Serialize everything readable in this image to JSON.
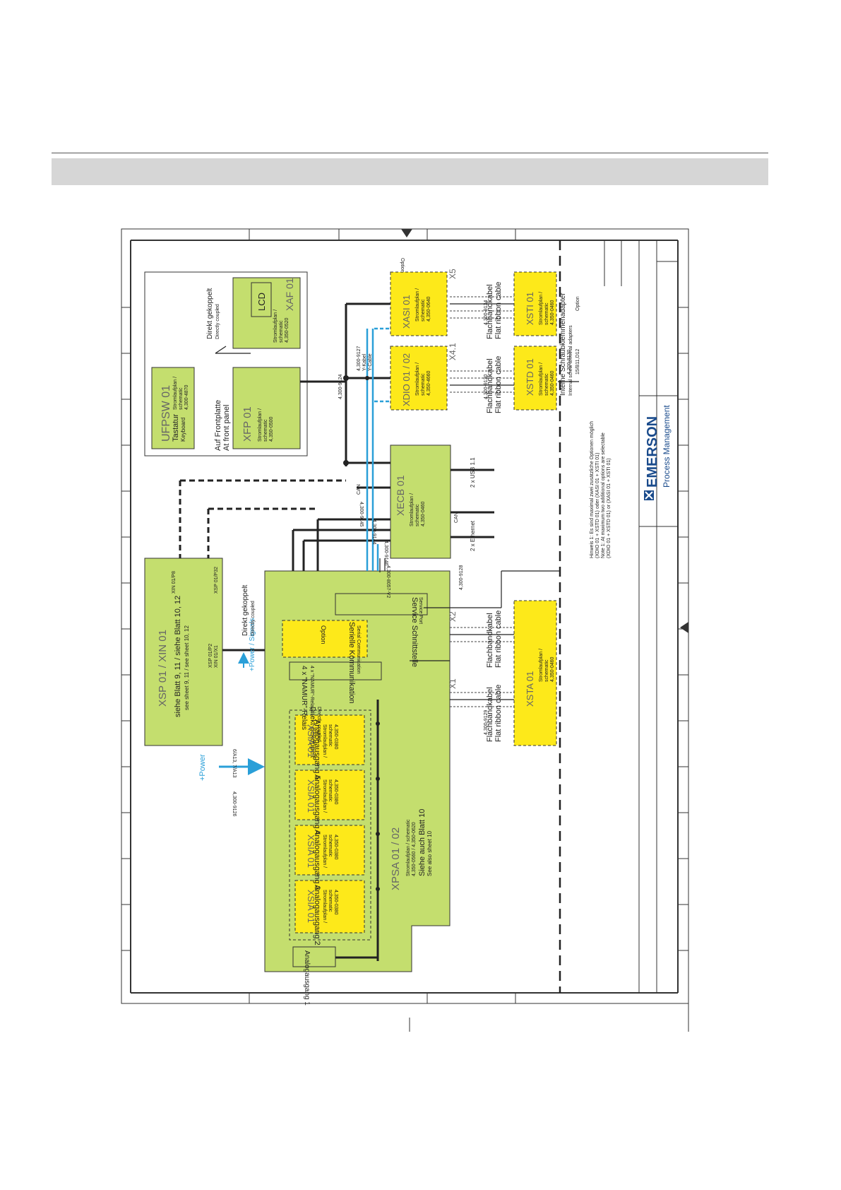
{
  "labels": {
    "ufpsw_title": "UFPSW 01",
    "ufpsw_t1": "Tastatur",
    "ufpsw_t2": "Keyboard",
    "ufpsw_s1": "Stromlaufplan /",
    "ufpsw_s2": "schematic",
    "ufpsw_s3": "4,300-4870",
    "xfp_title": "XFP 01",
    "xfp_s1": "Stromlaufplan /",
    "xfp_s2": "schematic",
    "xfp_s3": "4,350-0500",
    "front1": "Auf Frontplatte",
    "front2": "At front panel",
    "lcd": "LCD",
    "xaf_title": "XAF 01",
    "xaf_s1": "Stromlaufplan /",
    "xaf_s2": "schematic",
    "xaf_s3": "4,350-0520",
    "direkt_a1": "Direkt gekoppelt",
    "direkt_a2": "Directly coupled",
    "xsp_title": "XSP 01 / XIN 01",
    "xsp_s1": "siehe Blatt 9, 11 / siehe Blatt 10, 12",
    "xsp_s2": "see sheet 9, 11 / see sheet 10, 12",
    "xsp_p8": "XIN 01/P8",
    "xsp_p32": "XSP 01/P32",
    "xsp_p2": "XSP 01/P2",
    "xsp_x1": "XIN 01/X1",
    "xecb_title": "XECB 01",
    "xecb_s1": "Stromlaufplan /",
    "xecb_s2": "schematic",
    "xecb_s3": "4,350-0460",
    "can": "CAN",
    "usb": "2 x USB 1.1",
    "ethernet": "2 x Ethernet",
    "xdio_title": "XDIO 01 / 02",
    "xdio_s1": "Stromlaufplan /",
    "xdio_s2": "schematic",
    "xdio_s3": "4,350-4660",
    "xasi_title": "XASI 01",
    "xasi_s1": "Stromlaufplan /",
    "xasi_s2": "schematic",
    "xasi_s3": "4,350-0640",
    "option": "Option",
    "xstd_title": "XSTD 01",
    "xsti_title": "XSTI 01",
    "xsta_title": "XSTA 01",
    "st_s1": "Stromlaufplan /",
    "st_s2": "schematic",
    "st_s3": "4,350-0460",
    "flat1": "Flachbandkabel",
    "flat2": "Flat ribbon cable",
    "x1": "X1",
    "x2": "X2",
    "x4": "X4.1",
    "x5": "X5",
    "xpsa_title": "XPSA 01 / 02",
    "xpsa_s1": "Stromlaufplan / schematic",
    "xpsa_s2": "4,350-0560 / 4,350-0620",
    "xpsa_s3": "Siehe auch Blatt 10",
    "xpsa_s4": "See also sheet 10",
    "xsia_title": "XSIA 01",
    "ao2": "Analogausgang 2",
    "ao3": "Analogausgang 3",
    "ao4": "Analogausgang 4",
    "ao5": "Analogausgang 5",
    "ao1": "Analogausgang 1",
    "ao_s1": "Stromlaufplan /",
    "ao_s2": "schematic",
    "ao_s3": "4,350-0380",
    "namur1": "4 x \"NAMUR\"-Relais",
    "namur2": "4 x \"NAMUR\"-Relays",
    "serial1": "Serielle Kommunikation",
    "serial2": "Serial Communication",
    "service1": "Service Schnittstelle",
    "service2": "Service Port",
    "power": "+Power",
    "signals": "+Power / Signals",
    "direkt_b1": "Direkt gekoppelt",
    "direkt_b2": "Directly coupled",
    "intern1": "Interne Schraubklemmenadapter",
    "intern2": "Internal screw terminal adapters",
    "note1": "Hinweis 1: Es sind maximal zwei zusätzliche Optionen möglich",
    "note2": "(XDIO 01 + XSTD 01) oder (XASI 01 + XSTI 01)",
    "note3": "Note 1: At maximum two additional options are selectable",
    "note4": "(XDIO 01 + XSTD 01) or (XASI 01 + XSTI 01)",
    "logo_name": "EMERSON",
    "logo_sub": "Process Management",
    "cable_9124": "4,300-9124",
    "cable_9127": "4,300-9127",
    "y_kabel": "Y-Kabel",
    "y_cable": "Y-Cable",
    "cable_9145": "4,300-9145",
    "cable_9144": "4,300-9144",
    "cable_9146": "4,300-9146",
    "cable_8057": "4,300-8057-V2",
    "cable_9128": "4,300-9128",
    "cable_9126": "4,300-9126",
    "cable_9129": "4,300-9129",
    "cable_9130": "4,300-9130",
    "cable_9134": "4,300-9134",
    "cable_8130": "4,300-8130",
    "ref_15": "15/B11,D12",
    "ref_6a": "6/A13, 7/A13"
  },
  "colors": {
    "green": "#c4de6e",
    "yellow": "#fde91a",
    "blue": "#2a9fd8",
    "line": "#222222",
    "band": "#d6d6d6"
  }
}
